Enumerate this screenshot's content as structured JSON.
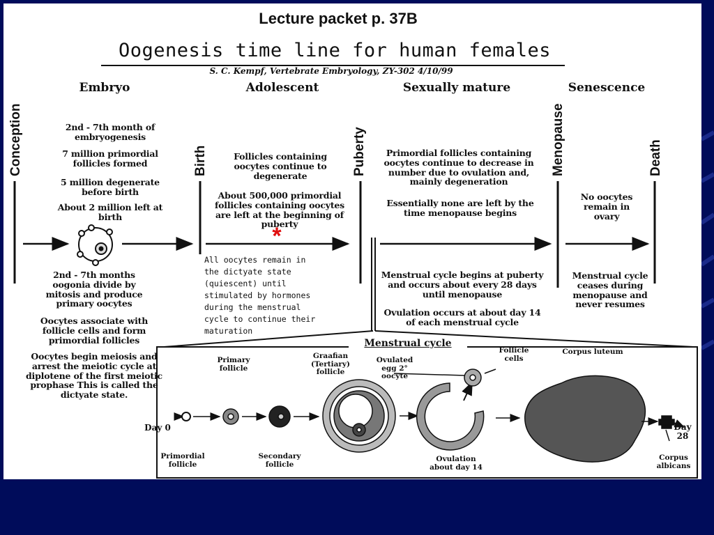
{
  "header": {
    "packet_ref": "Lecture packet p. 37B",
    "title": "Oogenesis time line for human females",
    "credit": "S. C. Kempf, Vertebrate Embryology, ZY-302 4/10/99"
  },
  "stages": {
    "embryo": "Embryo",
    "adolescent": "Adolescent",
    "sexually_mature": "Sexually mature",
    "senescence": "Senescence"
  },
  "events": {
    "conception": "Conception",
    "birth": "Birth",
    "puberty": "Puberty",
    "menopause": "Menopause",
    "death": "Death"
  },
  "embryo_top": [
    "2nd - 7th month of embryogenesis",
    "7 million primordial follicles formed",
    "5 million degenerate before birth",
    "About 2 million left at birth"
  ],
  "embryo_bottom": [
    "2nd - 7th months oogonia divide by mitosis and produce primary oocytes",
    "Oocytes associate with follicle cells and form primordial follicles",
    "Oocytes begin meiosis and arrest the meiotic cycle at diplotene of the first meiotic prophase This is called the dictyate state."
  ],
  "adolescent_top": [
    "Follicles containing oocytes continue to degenerate",
    "About 500,000 primordial follicles containing oocytes are left at the beginning of puberty"
  ],
  "asterisk": "*",
  "adolescent_bottom": [
    "All oocytes remain in",
    "the dictyate state",
    "(quiescent) until",
    "stimulated by hormones",
    "during the menstrual",
    "cycle to continue their",
    "maturation"
  ],
  "mature_top": [
    "Primordial follicles containing oocytes continue to decrease in number due to ovulation and, mainly degeneration",
    "Essentially none are left by the time menopause begins"
  ],
  "mature_bottom": [
    "Menstrual cycle begins at puberty and occurs about every 28 days until menopause",
    "Ovulation occurs at about day 14 of each menstrual cycle"
  ],
  "senescence_top": "No oocytes remain in ovary",
  "senescence_bottom": "Menstrual cycle ceases during menopause and never resumes",
  "menstrual": {
    "title": "Menstrual cycle",
    "day0": "Day 0",
    "day28": "Day 28",
    "primary_follicle": "Primary follicle",
    "graafian": "Graafian (Tertiary) follicle",
    "ovulated_egg": "Ovulated egg 2° oocyte",
    "follicle_cells": "Follicle cells",
    "corpus_luteum": "Corpus luteum",
    "primordial_follicle": "Primordial follicle",
    "secondary_follicle": "Secondary follicle",
    "ovulation": "Ovulation about day 14",
    "corpus_albicans": "Corpus albicans"
  },
  "colors": {
    "slide_background": "#000c5a",
    "accent_asterisk": "#e01010",
    "ink": "#111111"
  }
}
